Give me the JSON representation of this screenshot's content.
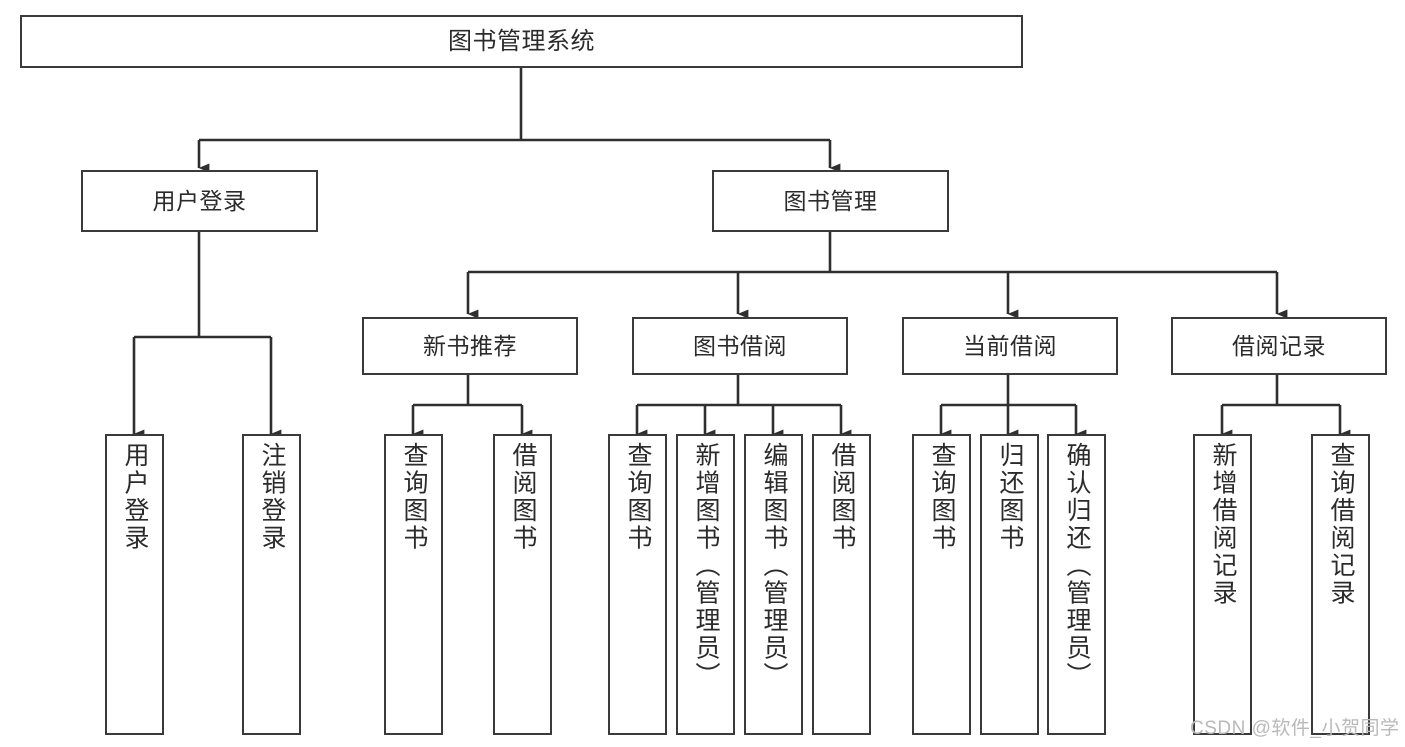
{
  "diagram": {
    "title": "图书管理系统",
    "type": "hierarchy-tree",
    "watermark": "CSDN @软件_小贺同学",
    "colors": {
      "box_border": "#3a3a3a",
      "box_fill": "#ffffff",
      "connector": "#2f2f2f",
      "text": "#2b2b2b",
      "watermark": "#b9b9b9",
      "background": "#ffffff"
    },
    "levels": {
      "root": {
        "label": "图书管理系统"
      },
      "level2": [
        {
          "label": "用户登录"
        },
        {
          "label": "图书管理"
        }
      ],
      "level3": [
        {
          "label": "新书推荐"
        },
        {
          "label": "图书借阅"
        },
        {
          "label": "当前借阅"
        },
        {
          "label": "借阅记录"
        }
      ],
      "leaves": {
        "user_login": [
          {
            "label": "用户登录"
          },
          {
            "label": "注销登录"
          }
        ],
        "new_book_recommend": [
          {
            "label": "查询图书"
          },
          {
            "label": "借阅图书"
          }
        ],
        "book_borrow": [
          {
            "label": "查询图书"
          },
          {
            "label": "新增图书（管理员）"
          },
          {
            "label": "编辑图书（管理员）"
          },
          {
            "label": "借阅图书"
          }
        ],
        "current_borrow": [
          {
            "label": "查询图书"
          },
          {
            "label": "归还图书"
          },
          {
            "label": "确认归还（管理员）"
          }
        ],
        "borrow_records": [
          {
            "label": "新增借阅记录"
          },
          {
            "label": "查询借阅记录"
          }
        ]
      }
    }
  }
}
